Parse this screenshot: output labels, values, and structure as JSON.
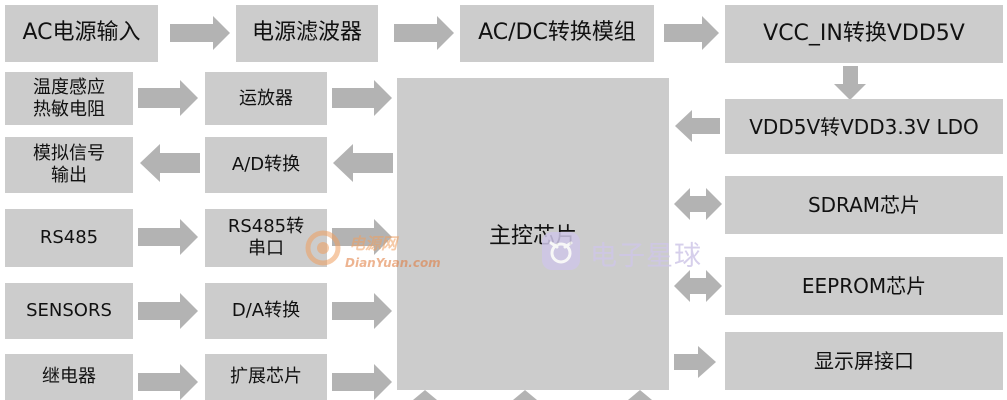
{
  "boxes": {
    "ac_input": "AC电源输入",
    "power_filter": "电源滤波器",
    "acdc_module": "AC/DC转换模组",
    "vcc_vdd5": "VCC_IN转换VDD5V",
    "temp_sensor": "温度感应\n热敏电阻",
    "opamp": "运放器",
    "vdd3_ldo": "VDD5V转VDD3.3V LDO",
    "analog_out": "模拟信号\n输出",
    "ad_convert": "A/D转换",
    "sdram": "SDRAM芯片",
    "rs485": "RS485",
    "rs485_serial": "RS485转\n串口",
    "main_chip": "主控芯片",
    "eeprom": "EEPROM芯片",
    "sensors": "SENSORS",
    "da_convert": "D/A转换",
    "relay": "继电器",
    "expansion": "扩展芯片",
    "display_if": "显示屏接口"
  },
  "watermark": {
    "cn_name": "电源网",
    "domain": "DianYuan.com",
    "brand": "电子星球"
  },
  "colors": {
    "box": "#cccccc",
    "arrow": "#b3b3b3",
    "text": "#111111",
    "watermark_orange": "#f0a060",
    "watermark_purple": "#cfc7e8"
  }
}
